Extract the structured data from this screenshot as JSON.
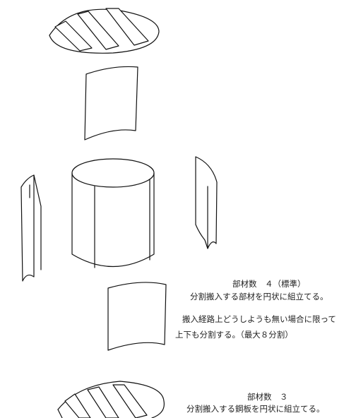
{
  "diagram": {
    "parts": [
      {
        "name": "top-cap-split-plate",
        "description": ""
      },
      {
        "name": "upper-wall-panel"
      },
      {
        "name": "cylinder-assembly"
      },
      {
        "name": "left-wall-panel"
      },
      {
        "name": "right-wall-panel"
      },
      {
        "name": "lower-wall-panel"
      },
      {
        "name": "bottom-cap-split-plate"
      }
    ],
    "caption_4": {
      "line1": "部材数　４（標準）",
      "line2": "分割搬入する部材を円状に組立てる。",
      "line3": "搬入経路上どうしようも無い場合に限って",
      "line4": "上下も分割する。（最大８分割）"
    },
    "caption_3": {
      "line1": "部材数　３",
      "line2": "分割搬入する鋼板を円状に組立てる。"
    }
  }
}
